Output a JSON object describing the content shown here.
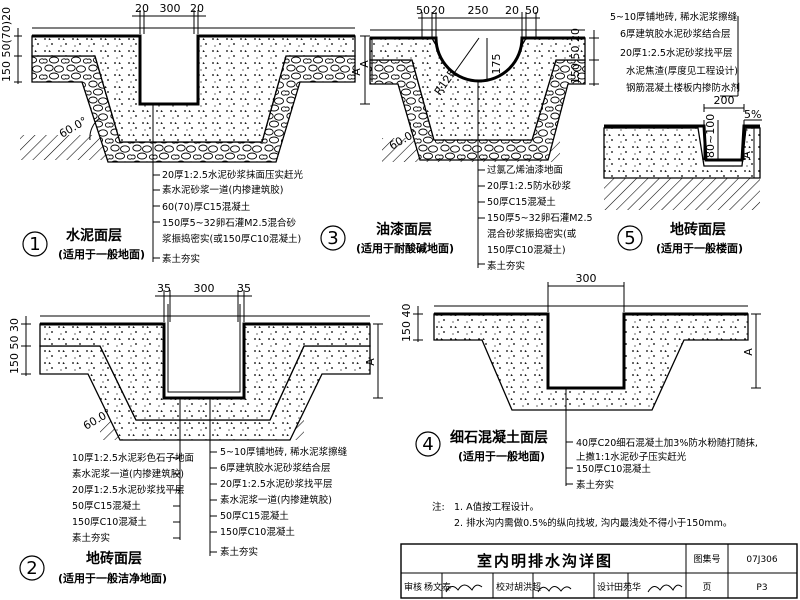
{
  "details": {
    "d1": {
      "num": "1",
      "title": "水泥面层",
      "subtitle": "(适用于一般地面)",
      "dims": {
        "d20a": "20",
        "d300": "300",
        "d20b": "20",
        "vert": "150 50(70)20",
        "A": "A",
        "angle": "60.0°"
      },
      "notes": [
        "20厚1:2.5水泥砂浆抹面压实赶光",
        "素水泥砂浆一道(内掺建筑胶)",
        "60(70)厚C15混凝土",
        "150厚5~32卵石灌M2.5混合砂",
        "浆振捣密实(或150厚C10混凝土)",
        "素土夯实"
      ]
    },
    "d3": {
      "num": "3",
      "title": "油漆面层",
      "subtitle": "(适用于耐酸碱地面)",
      "dims": {
        "d50": "50",
        "d20a": "20",
        "d250": "250",
        "d20b": "20",
        "d50b": "50",
        "r": "R125",
        "d175": "175",
        "vert": "150 50 20",
        "A": "A",
        "angle": "60.0°"
      },
      "notes": [
        "过氯乙烯油漆地面",
        "20厚1:2.5防水砂浆",
        "50厚C15混凝土",
        "150厚5~32卵石灌M2.5",
        "混合砂浆振捣密实(或",
        "150厚C10混凝土)",
        "素土夯实"
      ]
    },
    "d5": {
      "num": "5",
      "title": "地砖面层",
      "subtitle": "(适用于一般楼面)",
      "dims": {
        "d200": "200",
        "d80": "80~100",
        "slope": "5%",
        "A": "A"
      },
      "notes": [
        "5~10厚铺地砖, 稀水泥浆擦缝",
        "6厚建筑胶水泥砂浆结合层",
        "20厚1:2.5水泥砂浆找平层",
        "水泥焦渣(厚度见工程设计)",
        "钢筋混凝土楼板内掺防水剂"
      ]
    },
    "d2": {
      "num": "2",
      "title": "地砖面层",
      "subtitle": "(适用于一般洁净地面)",
      "dims": {
        "d35a": "35",
        "d300": "300",
        "d35b": "35",
        "vert": "150 50 30",
        "A": "A",
        "angle": "60.0°"
      },
      "notes_left": [
        "10厚1:2.5水泥彩色石子地面",
        "素水泥浆一道(内掺建筑胶)",
        "20厚1:2.5水泥砂浆找平层",
        "50厚C15混凝土",
        "150厚C10混凝土",
        "素土夯实"
      ],
      "notes_right": [
        "5~10厚铺地砖, 稀水泥浆擦缝",
        "6厚建筑胶水泥砂浆结合层",
        "20厚1:2.5水泥砂浆找平层",
        "素水泥浆一道(内掺建筑胶)",
        "50厚C15混凝土",
        "150厚C10混凝土",
        "素土夯实"
      ]
    },
    "d4": {
      "num": "4",
      "title": "细石混凝土面层",
      "subtitle": "(适用于一般地面)",
      "dims": {
        "d300": "300",
        "vert": "150 40",
        "A": "A"
      },
      "notes": [
        "40厚C20细石混凝土加3%防水粉随打随抹,",
        "上撒1:1水泥砂子压实赶光",
        "150厚C10混凝土",
        "素土夯实"
      ]
    }
  },
  "footnote": {
    "label": "注:",
    "lines": [
      "1. A值按工程设计。",
      "2. 排水沟内需做0.5%的纵向找坡, 沟内最浅处不得小于150mm。"
    ]
  },
  "title_block": {
    "title": "室内明排水沟详图",
    "atlas_label": "图集号",
    "atlas_no": "07J306",
    "page_label": "页",
    "page_no": "P3",
    "review_label": "审核",
    "review_name": "杨文泰",
    "check_label": "校对",
    "check_name": "胡洪超",
    "design_label": "设计",
    "design_name": "田苑华"
  }
}
